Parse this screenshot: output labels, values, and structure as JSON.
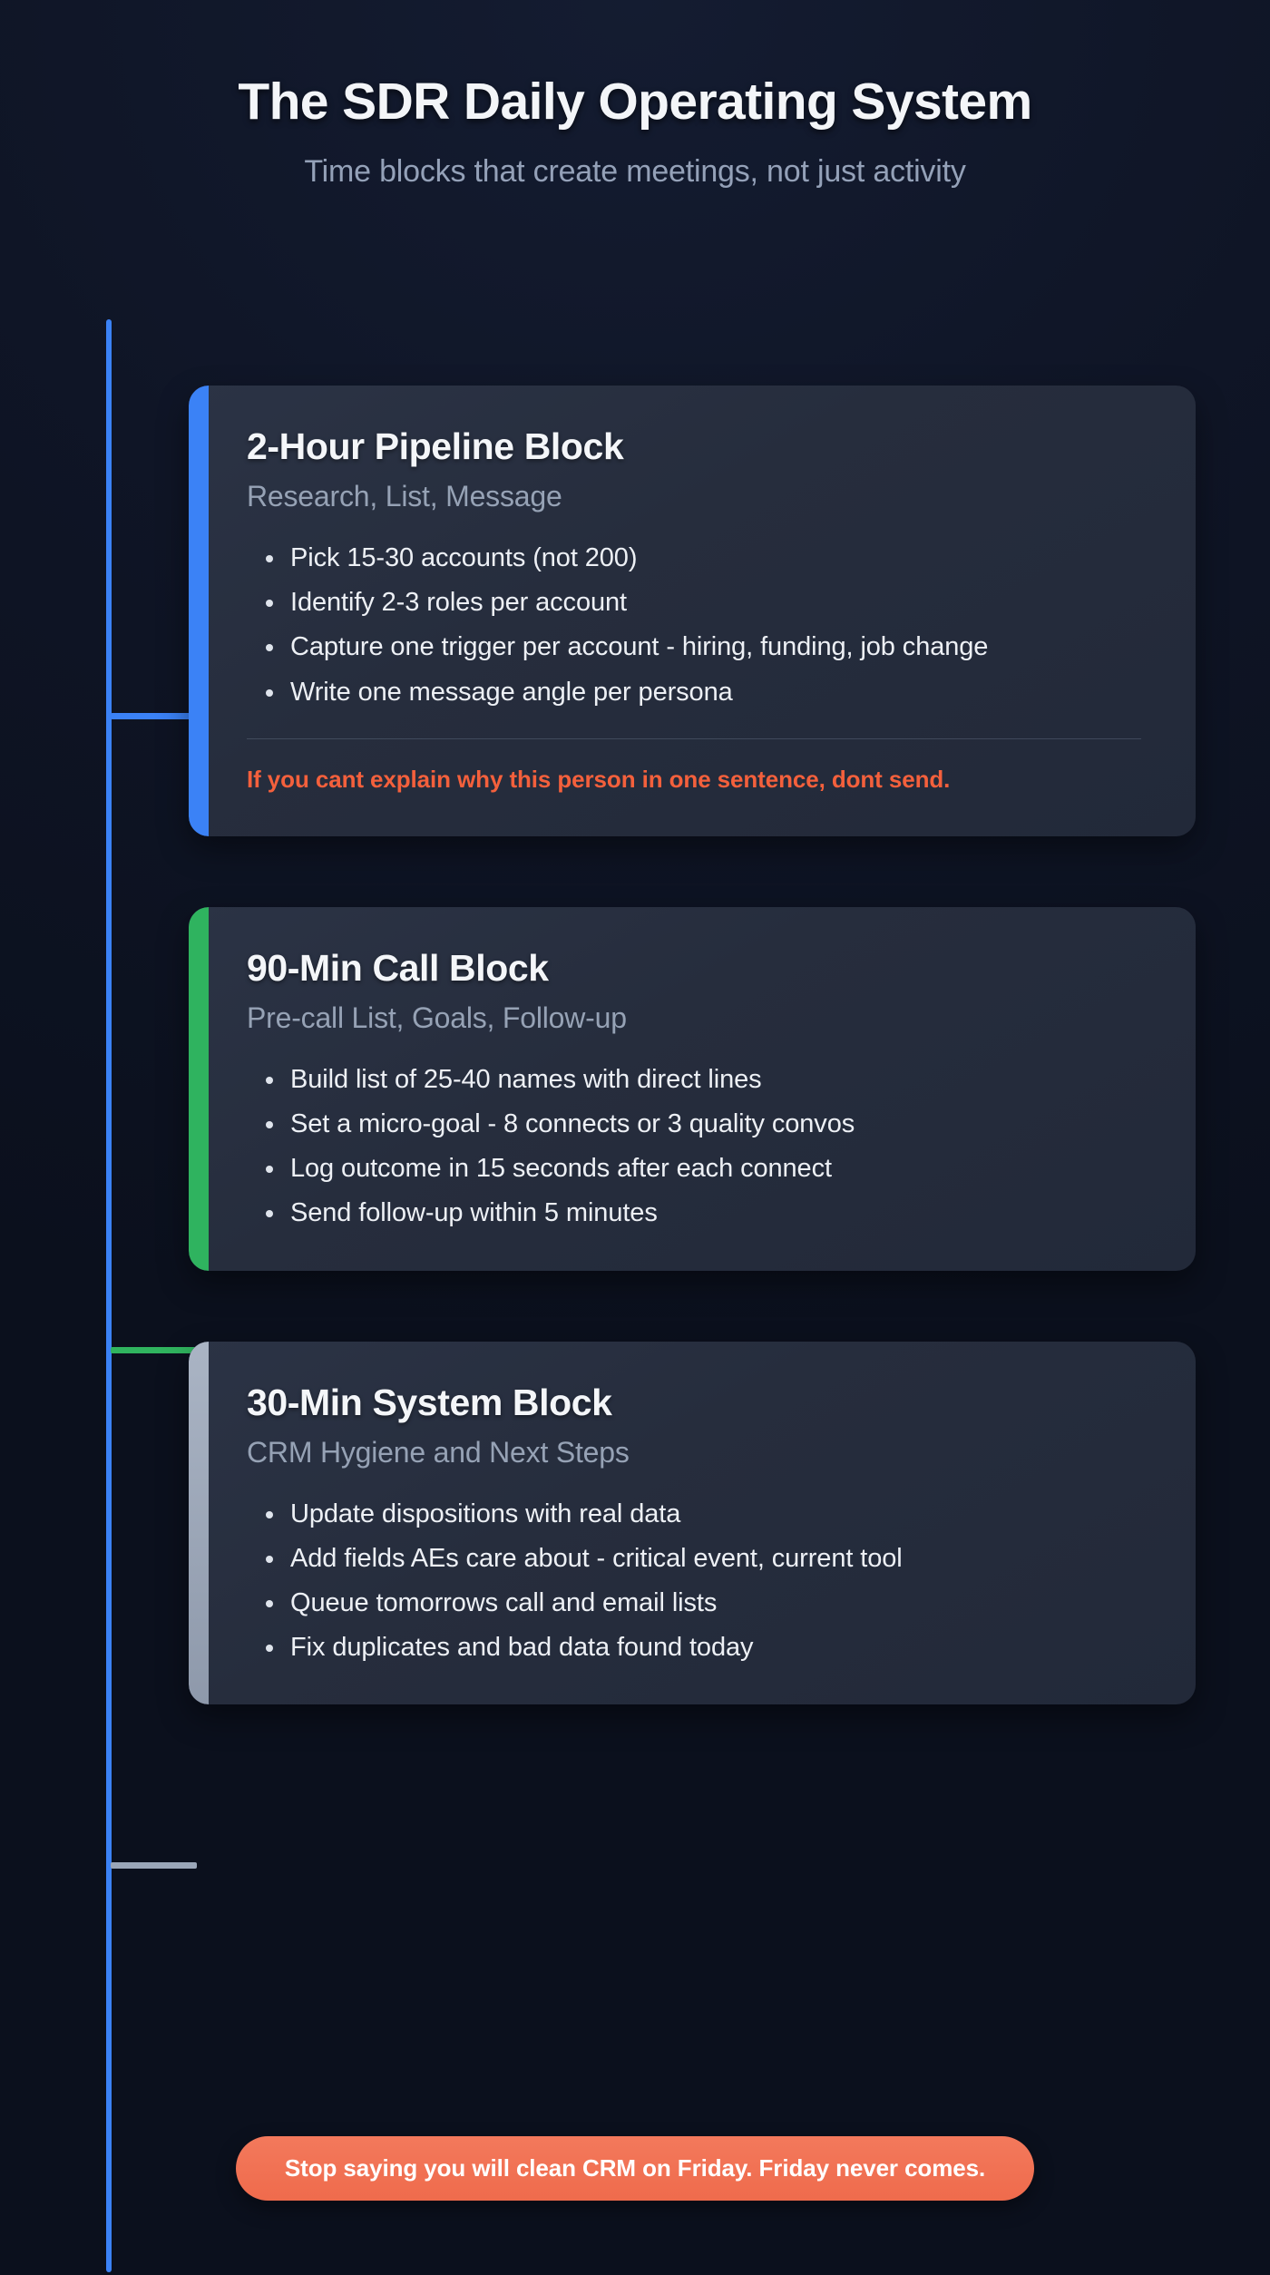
{
  "header": {
    "title": "The SDR Daily Operating System",
    "subtitle": "Time blocks that create meetings, not just activity"
  },
  "colors": {
    "background": "#0d1220",
    "card": "#272e3e",
    "accent_blue": "#3b82f6",
    "accent_green": "#2fb35f",
    "accent_silver": "#9aa6b8",
    "callout_red": "#f4603c",
    "pill_orange": "#ef6b4c",
    "title_text": "#f3f5f8",
    "subtitle_text": "#94a1b8"
  },
  "blocks": [
    {
      "title": "2-Hour Pipeline Block",
      "subtitle": "Research, List, Message",
      "accent": "blue",
      "bullets": [
        "Pick 15-30 accounts (not 200)",
        "Identify 2-3 roles per account",
        "Capture one trigger per account - hiring, funding, job change",
        "Write one message angle per persona"
      ],
      "callout": "If you cant explain why this person in one sentence, dont send."
    },
    {
      "title": "90-Min Call Block",
      "subtitle": "Pre-call List, Goals, Follow-up",
      "accent": "green",
      "bullets": [
        "Build list of 25-40 names with direct lines",
        "Set a micro-goal - 8 connects or 3 quality convos",
        "Log outcome in 15 seconds after each connect",
        "Send follow-up within 5 minutes"
      ],
      "callout": ""
    },
    {
      "title": "30-Min System Block",
      "subtitle": "CRM Hygiene and Next Steps",
      "accent": "silver",
      "bullets": [
        "Update dispositions with real data",
        "Add fields AEs care about - critical event, current tool",
        "Queue tomorrows call and email lists",
        "Fix duplicates and bad data found today"
      ],
      "callout": ""
    }
  ],
  "footer": {
    "pill_text": "Stop saying you will clean CRM on Friday. Friday never comes."
  }
}
